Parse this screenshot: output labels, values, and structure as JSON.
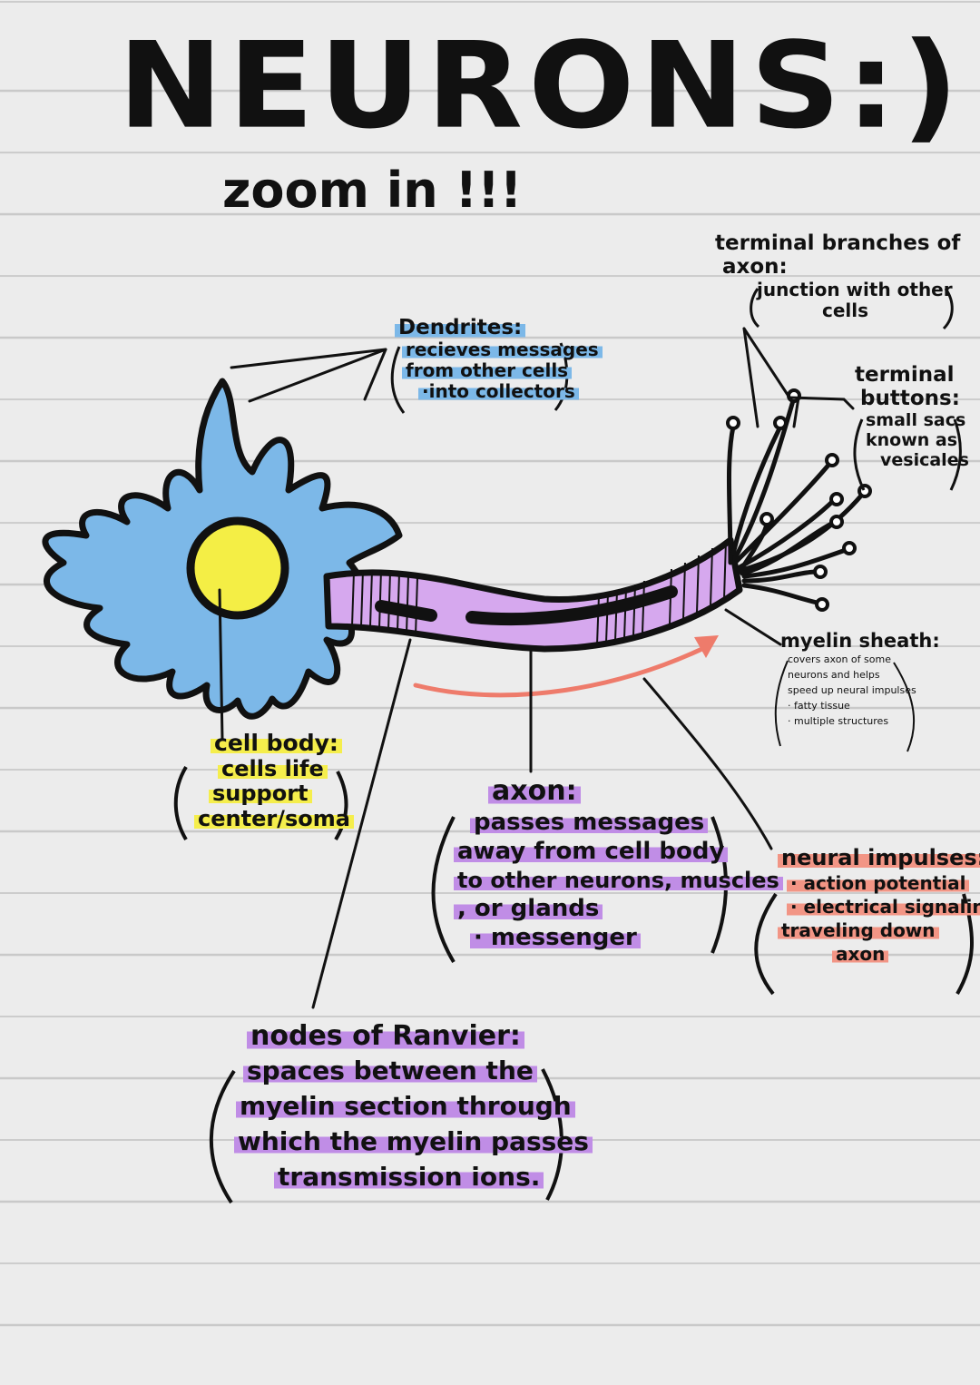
{
  "title": "NEURONS:)",
  "subtitle": "zoom in !!!",
  "colors": {
    "soma": "#7cb8e8",
    "nucleus": "#f4ee45",
    "axon": "#d6a8ee",
    "impulse_arrow": "#ee7b6b",
    "ink": "#111111"
  },
  "labels": {
    "dendrites": {
      "heading": "Dendrites:",
      "lines": [
        "recieves messages",
        "from other cells",
        "·into collectors"
      ]
    },
    "terminal_branches": {
      "heading": "terminal branches of",
      "heading2": "axon:",
      "lines": [
        "junction with other",
        "cells"
      ]
    },
    "terminal_buttons": {
      "heading": "terminal",
      "heading2": "buttons:",
      "lines": [
        "small sacs",
        "known as",
        "vesicales"
      ]
    },
    "myelin_sheath": {
      "heading": "myelin sheath:",
      "lines": [
        "covers axon of some",
        "neurons and helps",
        "speed up neural impulses",
        "· fatty tissue",
        "· multiple structures"
      ]
    },
    "cell_body": {
      "heading": "cell body:",
      "lines": [
        "cells life",
        "support",
        "center/soma"
      ]
    },
    "axon": {
      "heading": "axon:",
      "lines": [
        "passes messages",
        "away from cell body",
        "to other neurons, muscles",
        ", or glands",
        "· messenger"
      ]
    },
    "neural_impulses": {
      "heading": "neural impulses:",
      "lines": [
        "· action potential",
        "· electrical signaling",
        "traveling down",
        "axon"
      ]
    },
    "nodes_of_ranvier": {
      "heading": "nodes of Ranvier:",
      "lines": [
        "spaces between the",
        "myelin section through",
        "which the myelin passes",
        "transmission ions."
      ]
    }
  }
}
